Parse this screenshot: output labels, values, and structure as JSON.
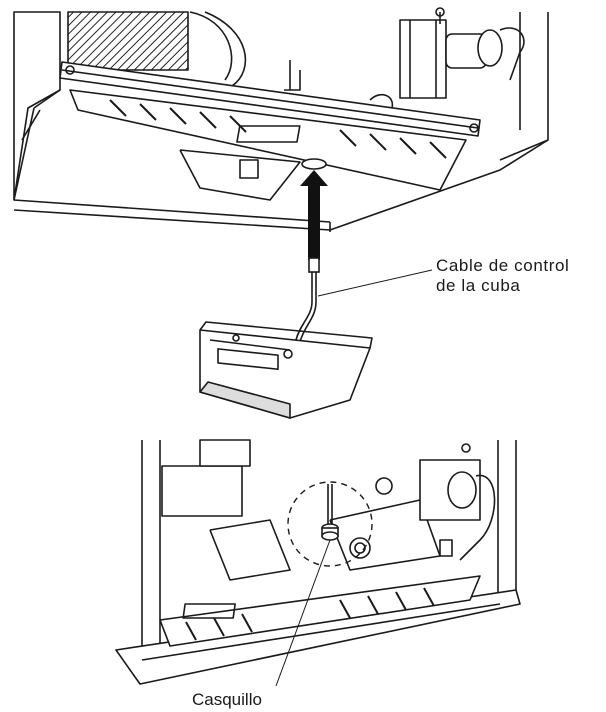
{
  "labels": {
    "cable_line1": "Cable de control",
    "cable_line2": "de la cuba",
    "bushing": "Casquillo"
  },
  "colors": {
    "ink": "#1a1a1a",
    "background": "#ffffff"
  }
}
